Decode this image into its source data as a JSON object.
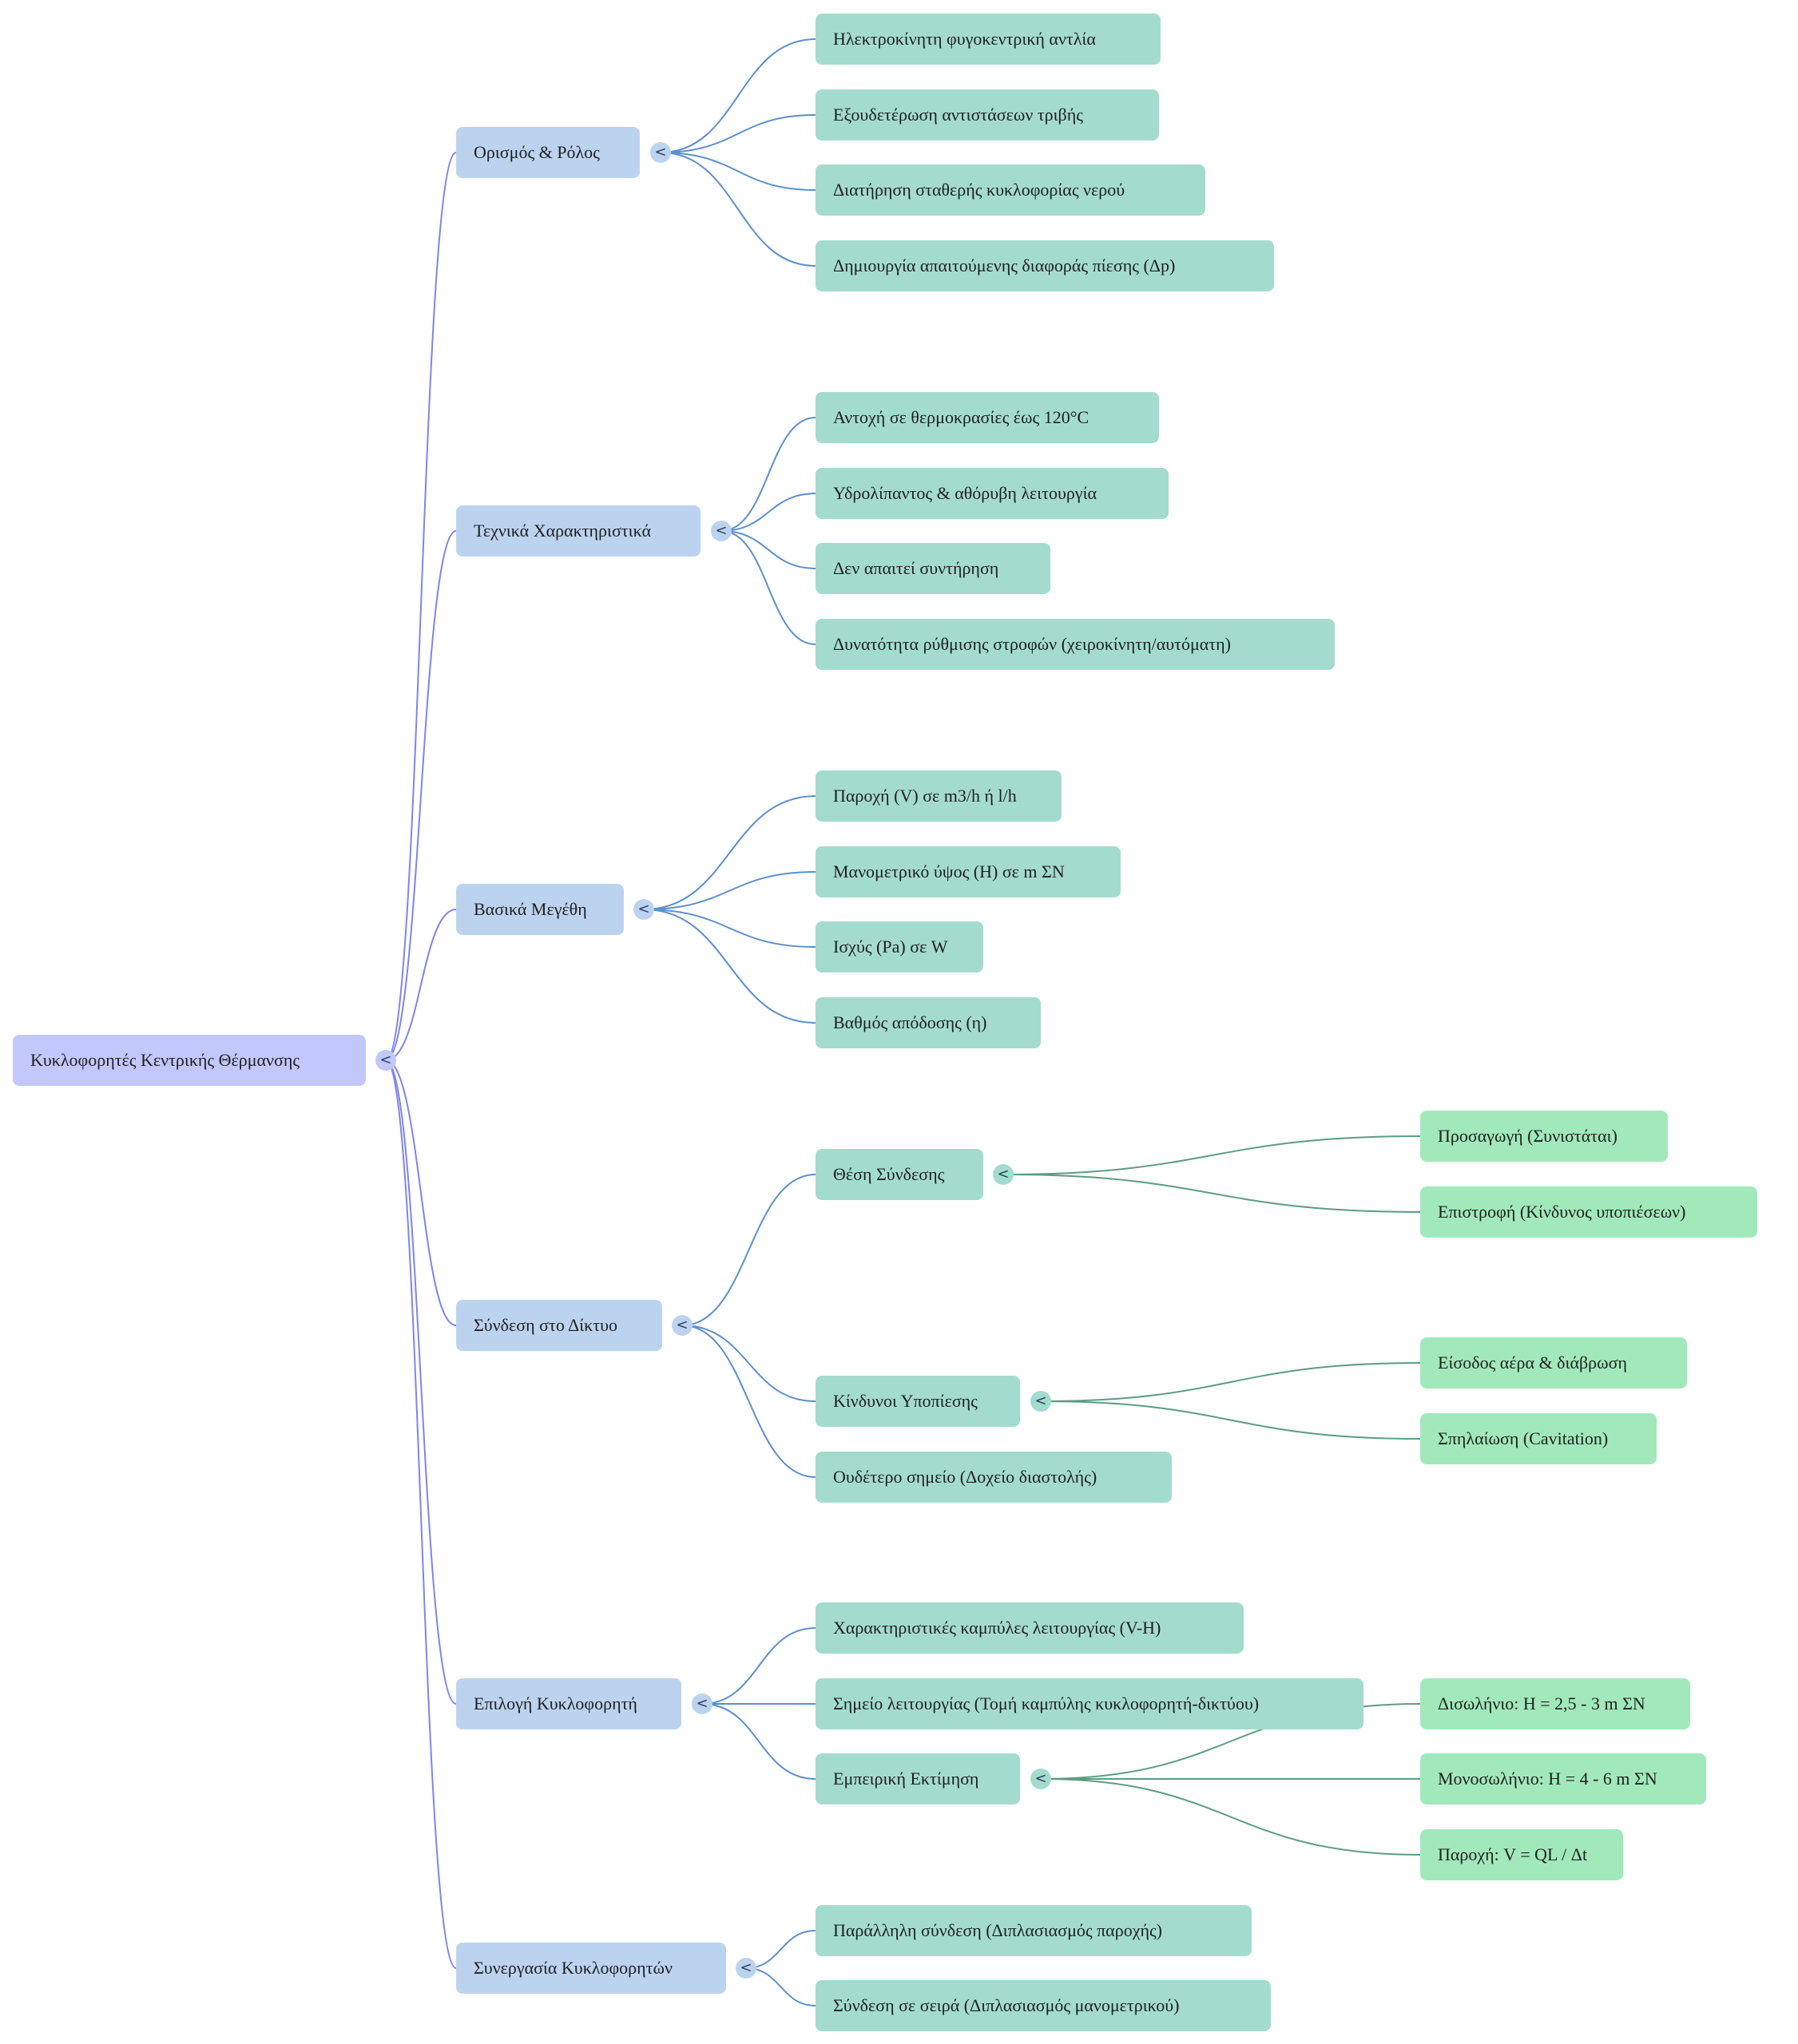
{
  "root": {
    "label": "Κυκλοφορητές Κεντρικής Θέρμανσης",
    "toggle": "<"
  },
  "categories": [
    {
      "label": "Ορισμός & Ρόλος",
      "toggle": "<",
      "children": [
        {
          "label": "Ηλεκτροκίνητη φυγοκεντρική αντλία"
        },
        {
          "label": "Εξουδετέρωση αντιστάσεων τριβής"
        },
        {
          "label": "Διατήρηση σταθερής κυκλοφορίας νερού"
        },
        {
          "label": "Δημιουργία απαιτούμενης διαφοράς πίεσης (Δp)"
        }
      ]
    },
    {
      "label": "Τεχνικά Χαρακτηριστικά",
      "toggle": "<",
      "children": [
        {
          "label": "Αντοχή σε θερμοκρασίες έως 120°C"
        },
        {
          "label": "Υδρολίπαντος & αθόρυβη λειτουργία"
        },
        {
          "label": "Δεν απαιτεί συντήρηση"
        },
        {
          "label": "Δυνατότητα ρύθμισης στροφών (χειροκίνητη/αυτόματη)"
        }
      ]
    },
    {
      "label": "Βασικά Μεγέθη",
      "toggle": "<",
      "children": [
        {
          "label": "Παροχή (V) σε m3/h ή l/h"
        },
        {
          "label": "Μανομετρικό ύψος (H) σε m ΣΝ"
        },
        {
          "label": "Ισχύς (Pa) σε W"
        },
        {
          "label": "Βαθμός απόδοσης (η)"
        }
      ]
    },
    {
      "label": "Σύνδεση στο Δίκτυο",
      "toggle": "<",
      "children": [
        {
          "label": "Θέση Σύνδεσης",
          "toggle": "<",
          "children": [
            {
              "label": "Προσαγωγή (Συνιστάται)"
            },
            {
              "label": "Επιστροφή (Κίνδυνος υποπιέσεων)"
            }
          ]
        },
        {
          "label": "Κίνδυνοι Υποπίεσης",
          "toggle": "<",
          "children": [
            {
              "label": "Είσοδος αέρα & διάβρωση"
            },
            {
              "label": "Σπηλαίωση (Cavitation)"
            }
          ]
        },
        {
          "label": "Ουδέτερο σημείο (Δοχείο διαστολής)"
        }
      ]
    },
    {
      "label": "Επιλογή Κυκλοφορητή",
      "toggle": "<",
      "children": [
        {
          "label": "Χαρακτηριστικές καμπύλες λειτουργίας (V-H)"
        },
        {
          "label": "Σημείο λειτουργίας (Τομή καμπύλης κυκλοφορητή-δικτύου)"
        },
        {
          "label": "Εμπειρική Εκτίμηση",
          "toggle": "<",
          "children": [
            {
              "label": "Δισωλήνιο: H = 2,5 - 3 m ΣΝ"
            },
            {
              "label": "Μονοσωλήνιο: H = 4 - 6 m ΣΝ"
            },
            {
              "label": "Παροχή: V = QL / Δt"
            }
          ]
        }
      ]
    },
    {
      "label": "Συνεργασία Κυκλοφορητών",
      "toggle": "<",
      "children": [
        {
          "label": "Παράλληλη σύνδεση (Διπλασιασμός παροχής)"
        },
        {
          "label": "Σύνδεση σε σειρά (Διπλασιασμός μανομετρικού)"
        }
      ]
    }
  ],
  "colors": {
    "root": "#c2c8fb",
    "category": "#bcd3f0",
    "leaf": "#a3dccf",
    "subleaf": "#a1e9bb",
    "edge_root": "#7c86e8",
    "edge_cat": "#5b8fcf",
    "edge_sub": "#5c9c82"
  }
}
